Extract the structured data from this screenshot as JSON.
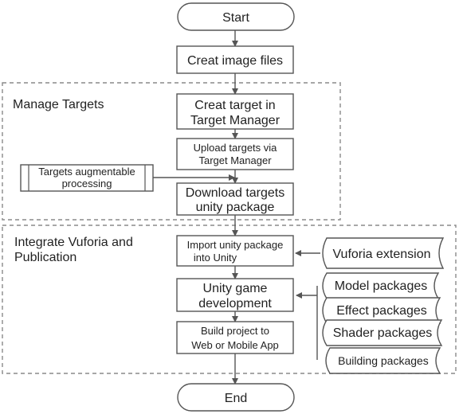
{
  "flow": {
    "start": "Start",
    "create_image": "Creat image files",
    "create_target": [
      "Creat target in",
      "Target Manager"
    ],
    "upload_targets": [
      "Upload targets via",
      "Target Manager"
    ],
    "download_targets": [
      "Download targets",
      "unity package"
    ],
    "import_unity": [
      "Import unity package",
      "into Unity"
    ],
    "unity_dev": [
      "Unity game",
      "development"
    ],
    "build_project": [
      "Build project to",
      "Web or Mobile App"
    ],
    "end": "End"
  },
  "groups": {
    "manage_targets": "Manage Targets",
    "integrate": [
      "Integrate Vuforia and",
      "Publication"
    ]
  },
  "side": {
    "augmentable": [
      "Targets augmentable",
      "processing"
    ],
    "vuforia_extension": "Vuforia extension",
    "packages": [
      "Model packages",
      "Effect packages",
      "Shader packages",
      "Building packages"
    ]
  },
  "colors": {
    "stroke": "#555555",
    "fill": "#ffffff",
    "dash": "#8a8a8a"
  }
}
